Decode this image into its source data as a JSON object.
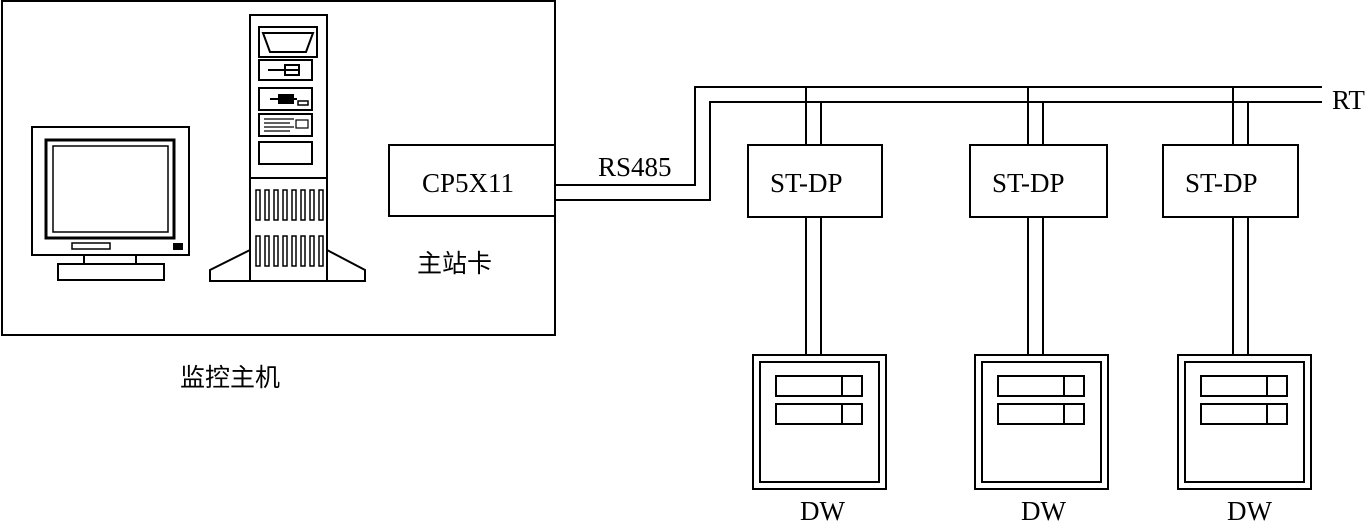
{
  "host": {
    "label": "监控主机"
  },
  "card": {
    "name": "CP5X11",
    "caption": "主站卡"
  },
  "bus": {
    "protocol": "RS485",
    "terminator": "RT"
  },
  "slaves": [
    {
      "adapter": "ST-DP",
      "device": "DW"
    },
    {
      "adapter": "ST-DP",
      "device": "DW"
    },
    {
      "adapter": "ST-DP",
      "device": "DW"
    }
  ]
}
